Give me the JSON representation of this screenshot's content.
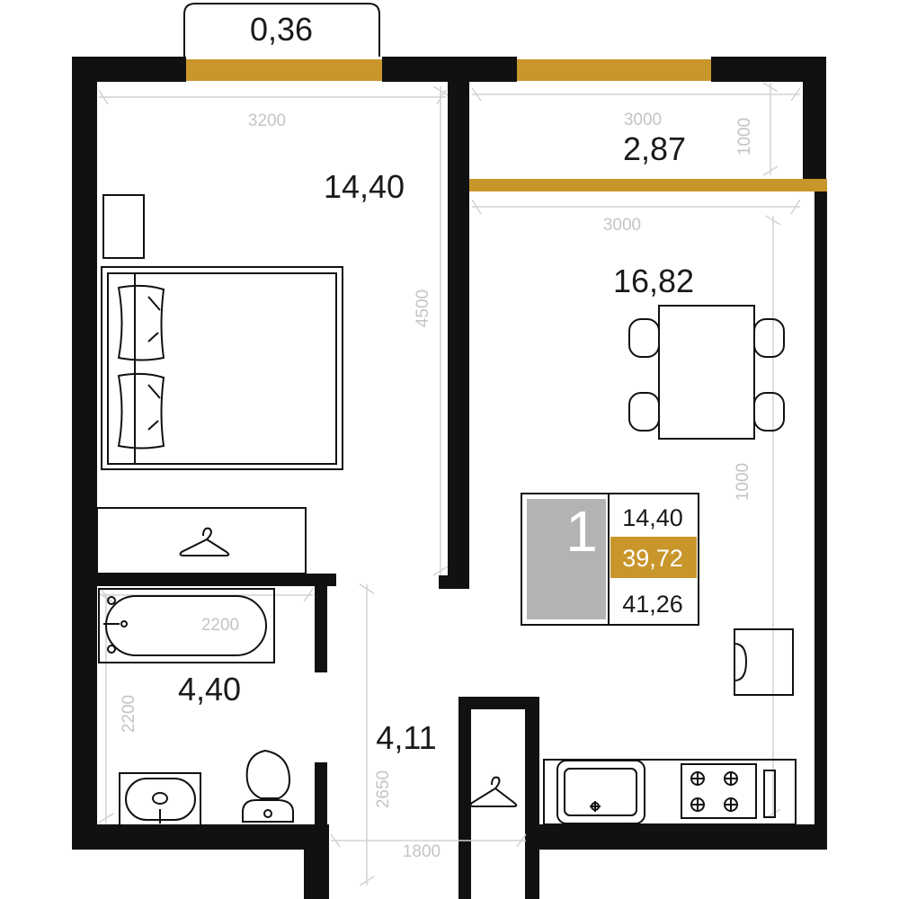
{
  "balcony": {
    "area": "0,36"
  },
  "rooms": {
    "bedroom": {
      "area": "14,40"
    },
    "loggia": {
      "area": "2,87"
    },
    "living_kitchen": {
      "area": "16,82"
    },
    "bathroom": {
      "area": "4,40"
    },
    "hallway": {
      "area": "4,11"
    }
  },
  "dimensions": {
    "bedroom_width": "3200",
    "bedroom_length": "4500",
    "loggia_width": "3000",
    "loggia_depth": "1000",
    "living_width": "3000",
    "living_length": "1000",
    "bath_width": "2200",
    "bath_length": "2200",
    "hall_length": "2650",
    "hall_width": "1800"
  },
  "summary": {
    "rooms_count": "1",
    "living_area": "14,40",
    "total_area": "39,72",
    "total_area_with_balcony": "41,26"
  },
  "colors": {
    "wall": "#111111",
    "window_accent": "#c9962b",
    "badge_gray": "#b3b3b3",
    "dimension_gray": "#c4c4c4"
  },
  "icons": [
    "bed-icon",
    "pillow-icon",
    "nightstand-icon",
    "wardrobe-icon",
    "hanger-icon",
    "bathtub-icon",
    "sink-icon",
    "toilet-icon",
    "dining-table-icon",
    "chair-icon",
    "kitchen-sink-icon",
    "stove-icon",
    "armchair-icon"
  ]
}
